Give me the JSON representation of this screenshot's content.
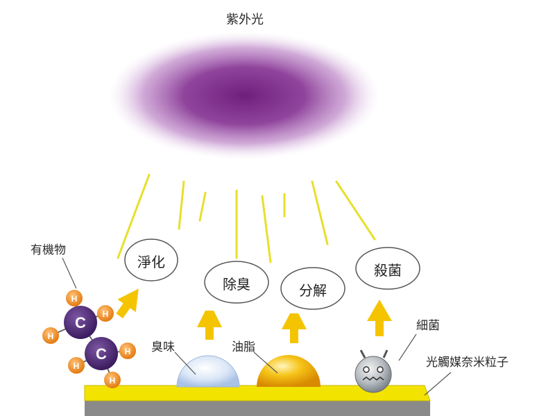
{
  "title": "紫外光",
  "actions": {
    "purify": "淨化",
    "deodorize": "除臭",
    "decompose": "分解",
    "sterilize": "殺菌"
  },
  "labels": {
    "organic": "有機物",
    "odor": "臭味",
    "grease": "油脂",
    "bacteria": "細菌",
    "nano": "光觸媒奈米粒子"
  },
  "molecule": {
    "carbon": "C",
    "hydrogen": "H"
  },
  "colors": {
    "uv_purple": "#7a2f86",
    "ray_yellow": "#e8df2a",
    "arrow_yellow": "#f5c400",
    "surface_yellow": "#f3e300",
    "base_gray": "#8a8a8a",
    "carbon_purple": "#4a2470",
    "hydrogen_orange": "#f08a1a"
  }
}
